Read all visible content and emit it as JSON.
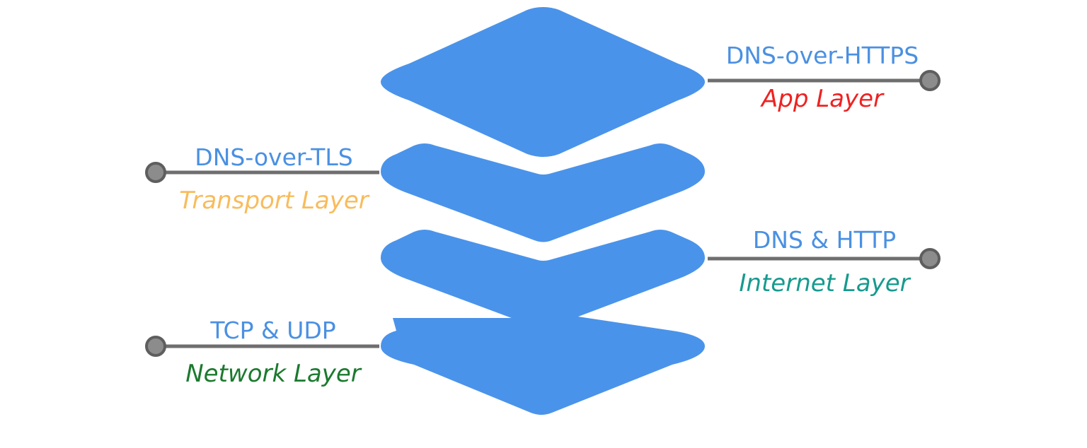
{
  "diagram": {
    "title": "",
    "slab_color": "#4a93ea",
    "connector_color": "#6e6e6e",
    "tech_label_color": "#4a90e2",
    "layers": [
      {
        "tech": "DNS-over-HTTPS",
        "layer": "App Layer",
        "layer_color": "#ee2222",
        "side": "right"
      },
      {
        "tech": "DNS-over-TLS",
        "layer": "Transport Layer",
        "layer_color": "#f8bc5c",
        "side": "left"
      },
      {
        "tech": "DNS & HTTP",
        "layer": "Internet Layer",
        "layer_color": "#179a8e",
        "side": "right"
      },
      {
        "tech": "TCP & UDP",
        "layer": "Network Layer",
        "layer_color": "#1b7a2e",
        "side": "left"
      }
    ]
  }
}
